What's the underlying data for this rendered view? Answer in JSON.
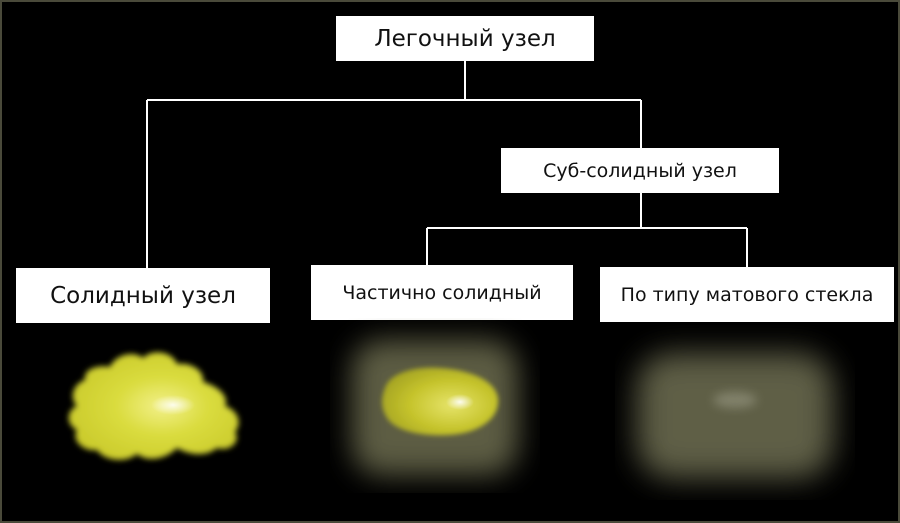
{
  "diagram": {
    "root": {
      "label": "Легочный узел"
    },
    "subsolid": {
      "label": "Суб-солидный узел"
    },
    "leaves": {
      "solid": {
        "label": "Солидный узел"
      },
      "partial": {
        "label": "Частично солидный"
      },
      "ground_glass": {
        "label": "По типу матового стекла"
      }
    }
  },
  "colors": {
    "background": "#000000",
    "box_fill": "#ffffff",
    "text": "#111111",
    "connector": "#ffffff",
    "solid_nodule": "#d9dc3a",
    "partial_nodule_core": "#c6c42c",
    "ground_glass_haze": "#6f7052"
  }
}
